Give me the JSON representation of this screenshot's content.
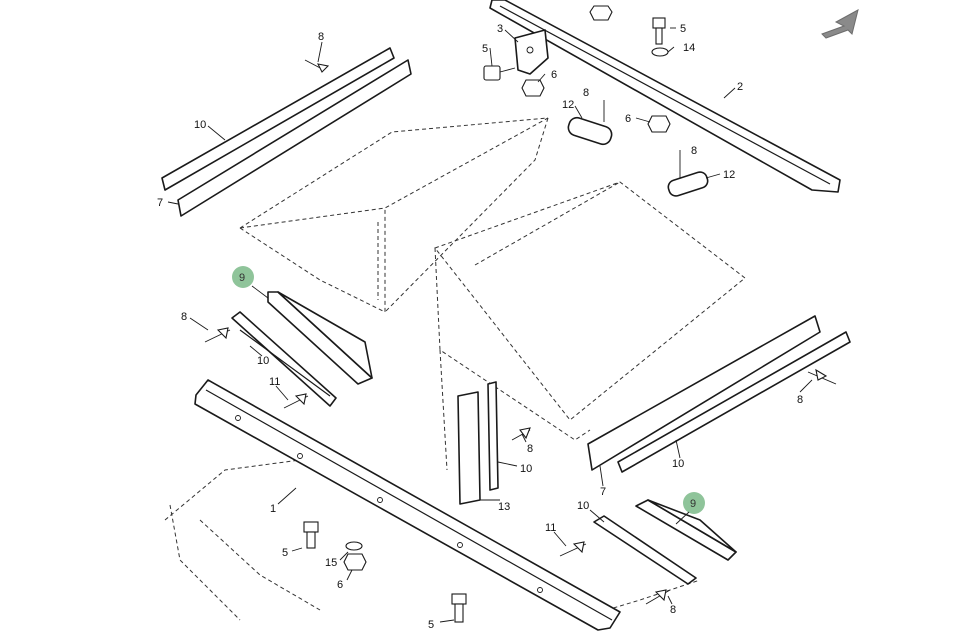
{
  "diagram": {
    "callouts": {
      "c8_top": "8",
      "c3": "3",
      "c5_a": "5",
      "c5_b": "5",
      "c14": "14",
      "c2": "2",
      "c6_a": "6",
      "c12_a": "12",
      "c8_mid": "8",
      "c6_b": "6",
      "c8_b": "8",
      "c12_b": "12",
      "c10_tl": "10",
      "c7_l": "7",
      "c9_l": "9",
      "c8_l": "8",
      "c10_l": "10",
      "c11_l": "11",
      "c1": "1",
      "c5_bot": "5",
      "c15": "15",
      "c6_bot": "6",
      "c5_low": "5",
      "c8_center": "8",
      "c10_center": "10",
      "c13": "13",
      "c8_r": "8",
      "c10_r": "10",
      "c7_r": "7",
      "c9_r": "9",
      "c10_br": "10",
      "c11_br": "11",
      "c8_br": "8"
    },
    "highlight_color": "#8fc49a",
    "direction_arrow_color": "#8a8a8a"
  }
}
